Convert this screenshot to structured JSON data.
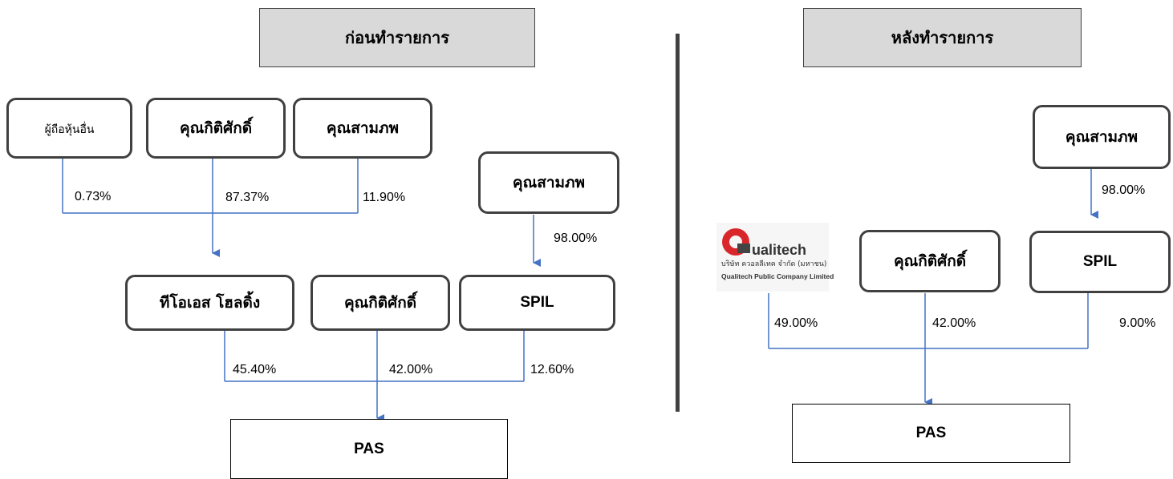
{
  "before": {
    "title": "ก่อนทำรายการ",
    "shareholders": {
      "others": "ผู้ถือหุ้นอื่น",
      "kittisak": "คุณกิติศักดิ์",
      "samphop": "คุณสามภพ"
    },
    "pct_others": "0.73%",
    "pct_kittisak": "87.37%",
    "pct_samphop": "11.90%",
    "spil_owner": "คุณสามภพ",
    "pct_spil_owner": "98.00%",
    "tos_holding": "ทีโอเอส โฮลดิ้ง",
    "kittisak_direct": "คุณกิติศักดิ์",
    "spil": "SPIL",
    "pct_tos": "45.40%",
    "pct_kittisak_direct": "42.00%",
    "pct_spil": "12.60%",
    "target": "PAS"
  },
  "after": {
    "title": "หลังทำรายการ",
    "spil_owner": "คุณสามภพ",
    "pct_spil_owner": "98.00%",
    "qualitech": {
      "word": "ualitech",
      "thai_name": "บริษัท ควอลลีเทค จำกัด (มหาชน)",
      "english_name": "Qualitech Public Company Limited"
    },
    "kittisak": "คุณกิติศักดิ์",
    "spil": "SPIL",
    "pct_qualitech": "49.00%",
    "pct_kittisak": "42.00%",
    "pct_spil": "9.00%",
    "target": "PAS"
  },
  "colors": {
    "arrow": "#4472c4",
    "border": "#404040",
    "header_fill": "#d9d9d9",
    "logo_red": "#d9262b"
  }
}
